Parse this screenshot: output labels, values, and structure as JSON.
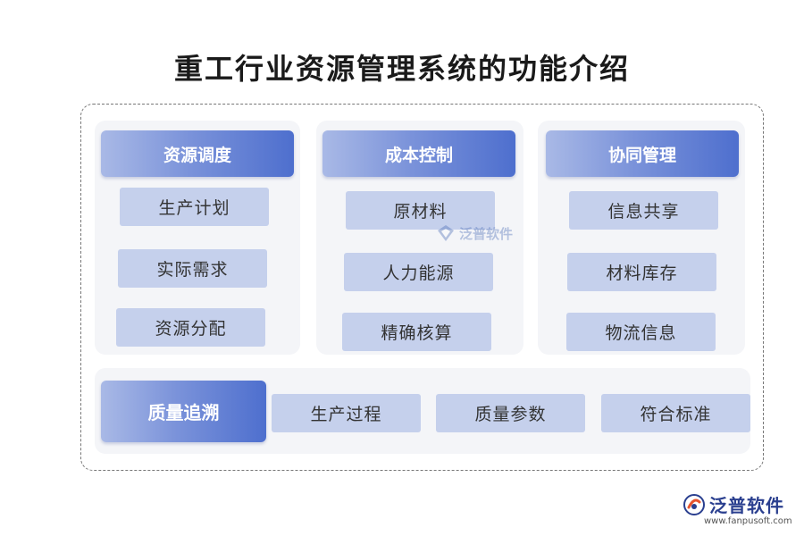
{
  "title": "重工行业资源管理系统的功能介绍",
  "panels": [
    {
      "header": "资源调度",
      "items": [
        "生产计划",
        "实际需求",
        "资源分配"
      ]
    },
    {
      "header": "成本控制",
      "items": [
        "原材料",
        "人力能源",
        "精确核算"
      ]
    },
    {
      "header": "协同管理",
      "items": [
        "信息共享",
        "材料库存",
        "物流信息"
      ]
    }
  ],
  "bottom": {
    "header": "质量追溯",
    "items": [
      "生产过程",
      "质量参数",
      "符合标准"
    ]
  },
  "watermark": {
    "text": "泛普软件"
  },
  "logo": {
    "name": "泛普软件",
    "url": "www.fanpusoft.com"
  },
  "colors": {
    "header_start": "#a9b9e6",
    "header_end": "#4e6fce",
    "item_bg": "#c5d0ec",
    "panel_bg": "#f4f5f8"
  }
}
